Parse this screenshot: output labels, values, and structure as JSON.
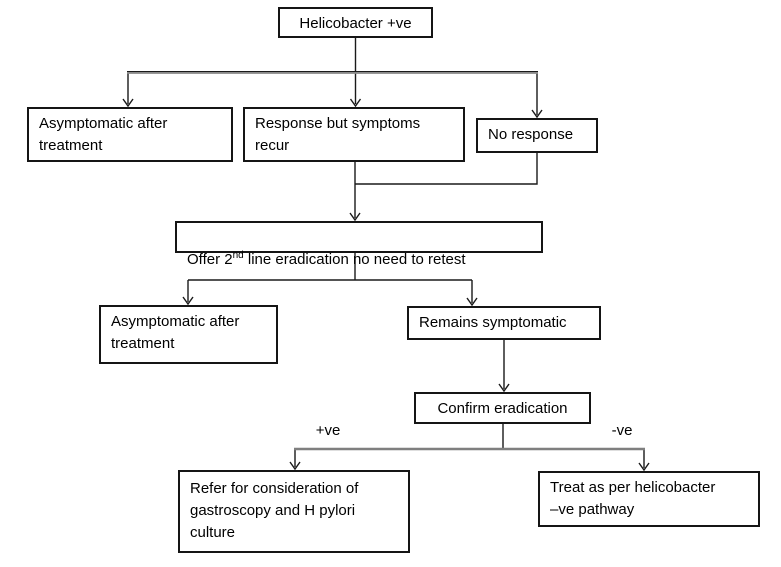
{
  "nodes": {
    "helicobacter_positive": {
      "label": "Helicobacter +ve"
    },
    "asymptomatic_after_treatment_1": {
      "label": "Asymptomatic after\ntreatment"
    },
    "response_but_symptoms_recur": {
      "label": "Response but symptoms\nrecur"
    },
    "no_response": {
      "label": "No response"
    },
    "offer_second_line": {
      "prefix": "Offer 2",
      "superscript": "nd",
      "suffix": " line eradication no need to retest"
    },
    "asymptomatic_after_treatment_2": {
      "label": "Asymptomatic after\ntreatment"
    },
    "remains_symptomatic": {
      "label": "Remains symptomatic"
    },
    "confirm_eradication": {
      "label": "Confirm eradication"
    },
    "refer_gastroscopy": {
      "label": "Refer for consideration of\ngastroscopy and H pylori\nculture"
    },
    "treat_negative_pathway": {
      "label": "Treat as per helicobacter\n–ve pathway"
    }
  },
  "edge_labels": {
    "positive": "+ve",
    "negative": "-ve"
  },
  "edges": [
    {
      "from": "Helicobacter +ve",
      "to": "Asymptomatic after treatment"
    },
    {
      "from": "Helicobacter +ve",
      "to": "Response but symptoms recur"
    },
    {
      "from": "Helicobacter +ve",
      "to": "No response"
    },
    {
      "from": "Response but symptoms recur",
      "to": "Offer 2nd line eradication no need to retest"
    },
    {
      "from": "No response",
      "to": "Offer 2nd line eradication no need to retest"
    },
    {
      "from": "Offer 2nd line eradication no need to retest",
      "to": "Asymptomatic after treatment"
    },
    {
      "from": "Offer 2nd line eradication no need to retest",
      "to": "Remains symptomatic"
    },
    {
      "from": "Remains symptomatic",
      "to": "Confirm eradication"
    },
    {
      "from": "Confirm eradication",
      "to": "Refer for consideration of gastroscopy and H pylori culture",
      "label": "+ve"
    },
    {
      "from": "Confirm eradication",
      "to": "Treat as per helicobacter –ve pathway",
      "label": "-ve"
    }
  ],
  "colors": {
    "box_border": "#151515",
    "line_black": "#1a1a1a",
    "line_gray": "#7f7f7f",
    "background": "#ffffff",
    "text": "#000000"
  }
}
